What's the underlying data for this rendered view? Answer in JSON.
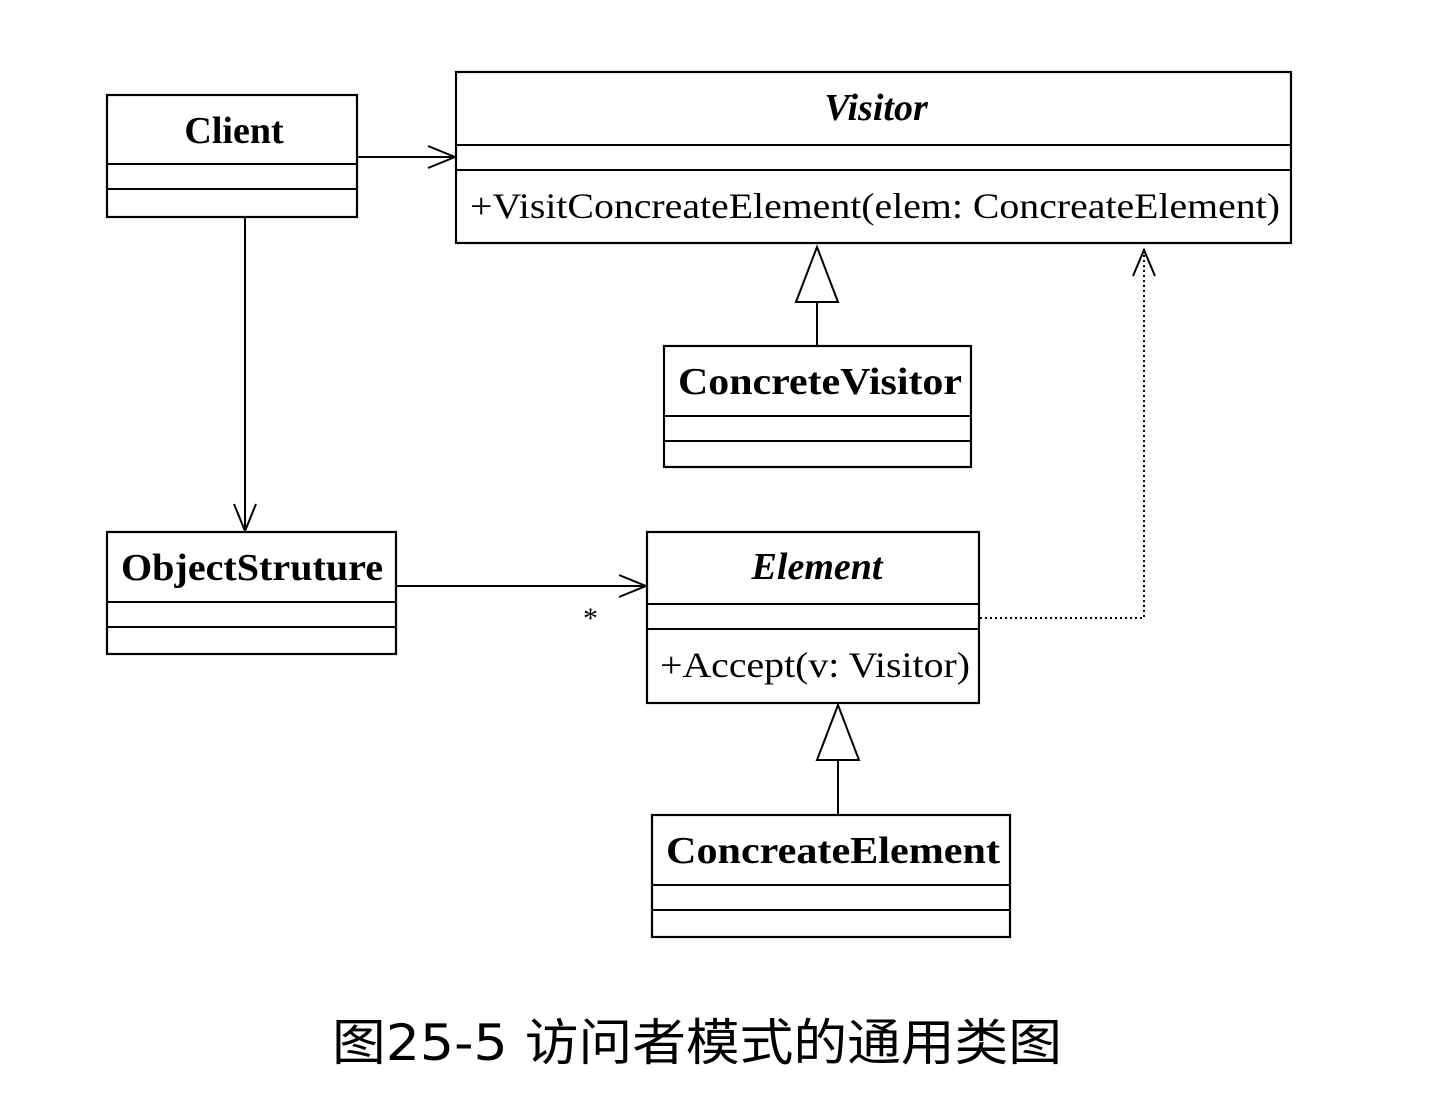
{
  "classes": {
    "client": {
      "name": "Client",
      "abstract": false,
      "members": []
    },
    "visitor": {
      "name": "Visitor",
      "abstract": true,
      "members": [
        "+VisitConcreateElement(elem: ConcreateElement)"
      ]
    },
    "concrete_visitor": {
      "name": "ConcreteVisitor",
      "abstract": false,
      "members": []
    },
    "object_structure": {
      "name": "ObjectStruture",
      "abstract": false,
      "members": []
    },
    "element": {
      "name": "Element",
      "abstract": true,
      "members": [
        "+Accept(v: Visitor)"
      ]
    },
    "concreate_element": {
      "name": "ConcreateElement",
      "abstract": false,
      "members": []
    }
  },
  "relations": [
    {
      "from": "Client",
      "to": "Visitor",
      "type": "association"
    },
    {
      "from": "Client",
      "to": "ObjectStruture",
      "type": "association"
    },
    {
      "from": "ObjectStruture",
      "to": "Element",
      "type": "association",
      "multiplicity": "*"
    },
    {
      "from": "ConcreteVisitor",
      "to": "Visitor",
      "type": "generalization"
    },
    {
      "from": "ConcreateElement",
      "to": "Element",
      "type": "generalization"
    },
    {
      "from": "Element",
      "to": "Visitor",
      "type": "dependency"
    }
  ],
  "caption": "图25-5 访问者模式的通用类图"
}
